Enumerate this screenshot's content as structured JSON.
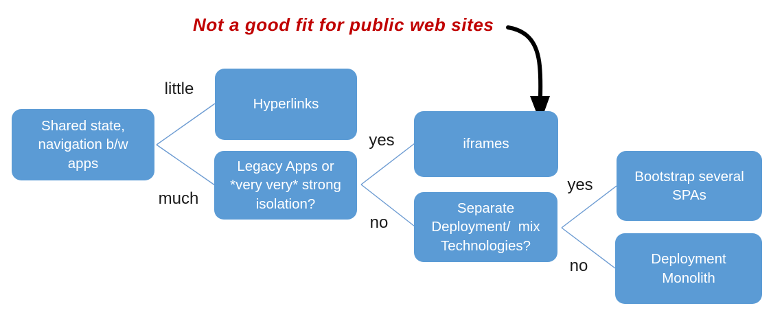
{
  "annotation": {
    "text": "Not a good fit for public web sites",
    "points_to": "iframes",
    "color": "#c00000"
  },
  "colors": {
    "node_fill": "#5b9bd5",
    "node_text": "#ffffff",
    "connector_line": "#6c9bd2",
    "edge_label_text": "#1a1a1a",
    "annotation_text": "#c00000",
    "arrow": "#000000"
  },
  "nodes": {
    "shared_state": {
      "label": "Shared state,\nnavigation b/w\napps"
    },
    "hyperlinks": {
      "label": "Hyperlinks"
    },
    "legacy": {
      "label": "Legacy Apps or\n*very very* strong\nisolation?"
    },
    "iframes": {
      "label": "iframes"
    },
    "separate_deployment": {
      "label": "Separate\nDeployment/  mix\nTechnologies?"
    },
    "bootstrap_spas": {
      "label": "Bootstrap several\nSPAs"
    },
    "deployment_monolith": {
      "label": "Deployment\nMonolith"
    }
  },
  "edge_labels": {
    "little": "little",
    "much": "much",
    "yes_iframes": "yes",
    "no_separate": "no",
    "yes_bootstrap": "yes",
    "no_monolith": "no"
  },
  "edges": [
    {
      "from": "shared_state",
      "label": "little",
      "to": "hyperlinks"
    },
    {
      "from": "shared_state",
      "label": "much",
      "to": "legacy"
    },
    {
      "from": "legacy",
      "label": "yes",
      "to": "iframes"
    },
    {
      "from": "legacy",
      "label": "no",
      "to": "separate_deployment"
    },
    {
      "from": "separate_deployment",
      "label": "yes",
      "to": "bootstrap_spas"
    },
    {
      "from": "separate_deployment",
      "label": "no",
      "to": "deployment_monolith"
    }
  ]
}
